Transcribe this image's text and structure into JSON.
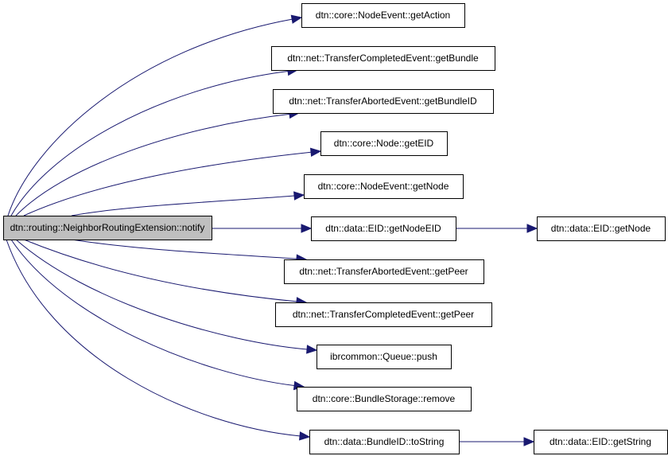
{
  "diagram": {
    "type": "call-graph",
    "edge_color": "#191970",
    "root_fill": "#bfbfbf",
    "node_fill": "#ffffff",
    "root": {
      "id": "notify",
      "label": "dtn::routing::NeighborRoutingExtension::notify"
    },
    "nodes": [
      {
        "id": "getAction",
        "label": "dtn::core::NodeEvent::getAction"
      },
      {
        "id": "getBundle",
        "label": "dtn::net::TransferCompletedEvent::getBundle"
      },
      {
        "id": "getBundleID",
        "label": "dtn::net::TransferAbortedEvent::getBundleID"
      },
      {
        "id": "nodeGetEID",
        "label": "dtn::core::Node::getEID"
      },
      {
        "id": "getNode",
        "label": "dtn::core::NodeEvent::getNode"
      },
      {
        "id": "getNodeEID",
        "label": "dtn::data::EID::getNodeEID"
      },
      {
        "id": "eidGetNode",
        "label": "dtn::data::EID::getNode"
      },
      {
        "id": "taeGetPeer",
        "label": "dtn::net::TransferAbortedEvent::getPeer"
      },
      {
        "id": "tceGetPeer",
        "label": "dtn::net::TransferCompletedEvent::getPeer"
      },
      {
        "id": "push",
        "label": "ibrcommon::Queue::push"
      },
      {
        "id": "remove",
        "label": "dtn::core::BundleStorage::remove"
      },
      {
        "id": "toString",
        "label": "dtn::data::BundleID::toString"
      },
      {
        "id": "getString",
        "label": "dtn::data::EID::getString"
      }
    ],
    "edges": [
      {
        "from": "notify",
        "to": "getAction"
      },
      {
        "from": "notify",
        "to": "getBundle"
      },
      {
        "from": "notify",
        "to": "getBundleID"
      },
      {
        "from": "notify",
        "to": "nodeGetEID"
      },
      {
        "from": "notify",
        "to": "getNode"
      },
      {
        "from": "notify",
        "to": "getNodeEID"
      },
      {
        "from": "notify",
        "to": "taeGetPeer"
      },
      {
        "from": "notify",
        "to": "tceGetPeer"
      },
      {
        "from": "notify",
        "to": "push"
      },
      {
        "from": "notify",
        "to": "remove"
      },
      {
        "from": "notify",
        "to": "toString"
      },
      {
        "from": "getNodeEID",
        "to": "eidGetNode"
      },
      {
        "from": "toString",
        "to": "getString"
      }
    ]
  }
}
